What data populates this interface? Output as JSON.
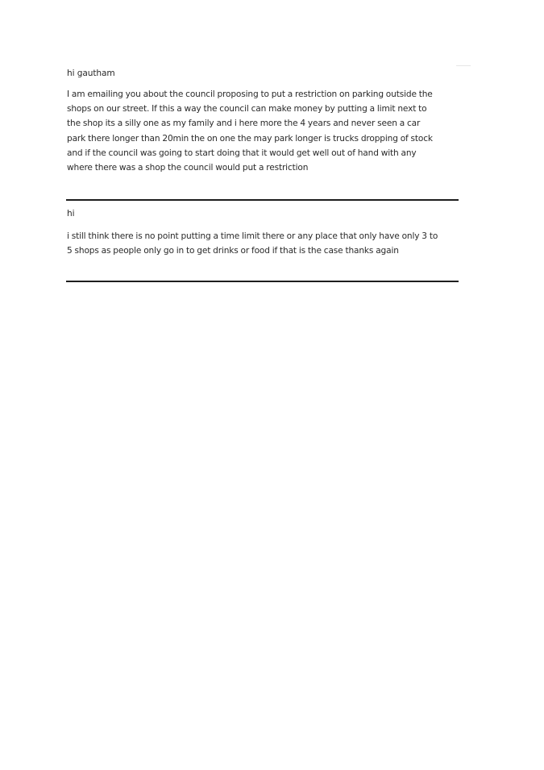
{
  "document": {
    "sections": [
      {
        "greeting": "hi gautham",
        "body_lines": [
          "I am emailing you about the council proposing to put a restriction on parking outside the",
          "shops on our street.  If this a way the council can make money by putting a limit next to",
          "the shop its a silly one as my family and i here more the 4 years and never seen a car",
          "park there longer than 20min the on one the may park longer is trucks dropping of stock",
          "and if the council was going to start doing that it would get well out of hand with any",
          "where there was a shop the council would put a restriction"
        ]
      },
      {
        "greeting": "hi",
        "body_lines": [
          "i still think there is no point putting a time limit there or any place that only have only 3 to",
          "5 shops as people only go in to get drinks or food if that is the case thanks again"
        ]
      }
    ]
  }
}
